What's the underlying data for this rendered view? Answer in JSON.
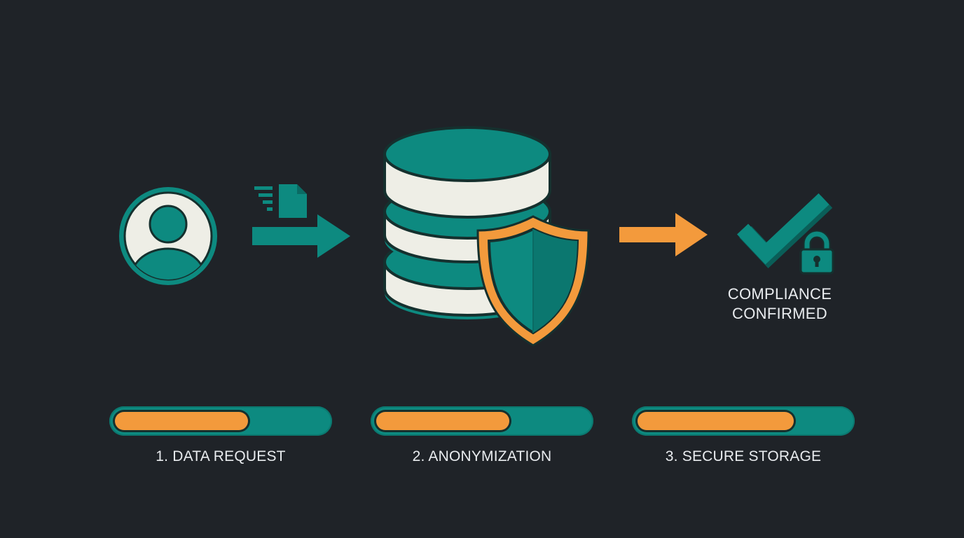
{
  "colors": {
    "background": "#1f2328",
    "teal": "#0d8a80",
    "teal_dark": "#0b6e66",
    "orange": "#f39a3c",
    "cream": "#eeeee6",
    "outline": "#15302e",
    "text": "#e9ecef"
  },
  "icons": {
    "user": "user-avatar-icon",
    "document": "document-send-icon",
    "database": "database-icon",
    "shield": "shield-icon",
    "check": "checkmark-icon",
    "lock": "padlock-icon"
  },
  "confirmation": {
    "line1": "COMPLIANCE",
    "line2": "CONFIRMED"
  },
  "steps": [
    {
      "label": "1. DATA REQUEST",
      "progress": 0.63
    },
    {
      "label": "2. ANONYMIZATION",
      "progress": 0.63
    },
    {
      "label": "3. SECURE STORAGE",
      "progress": 0.74
    }
  ]
}
